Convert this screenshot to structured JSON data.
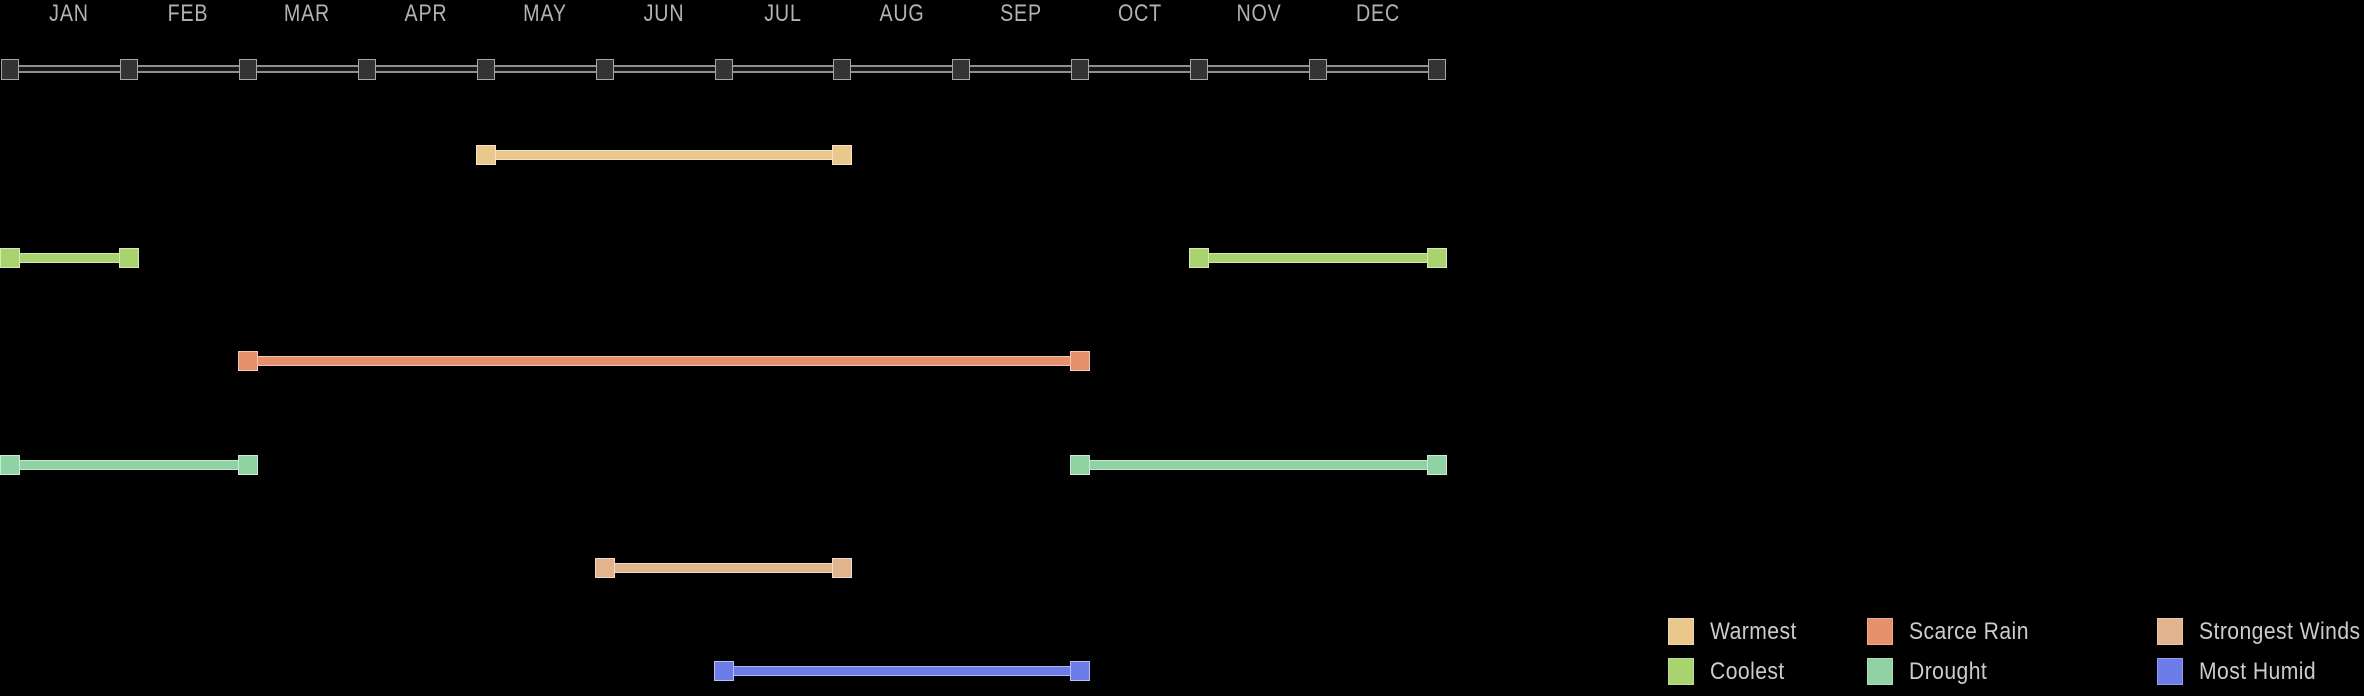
{
  "background_color": "#000000",
  "axis": {
    "label_color": "#b3b3b3",
    "line_color": "#8f8f8f",
    "tick_fill": "#343434",
    "tick_border": "#a6a6a6"
  },
  "chart_data": {
    "type": "timeline",
    "title": "",
    "categories": [
      "JAN",
      "FEB",
      "MAR",
      "APR",
      "MAY",
      "JUN",
      "JUL",
      "AUG",
      "SEP",
      "OCT",
      "NOV",
      "DEC"
    ],
    "grid": false,
    "legend_position": "bottom-right",
    "series": [
      {
        "name": "Warmest",
        "color": "#eac88c",
        "segments": [
          {
            "start": "MAY",
            "end": "JUL"
          }
        ]
      },
      {
        "name": "Coolest",
        "color": "#a8d36f",
        "segments": [
          {
            "start": "JAN",
            "end": "JAN"
          },
          {
            "start": "NOV",
            "end": "DEC"
          }
        ]
      },
      {
        "name": "Scarce Rain",
        "color": "#e6916b",
        "segments": [
          {
            "start": "MAR",
            "end": "SEP"
          }
        ]
      },
      {
        "name": "Drought",
        "color": "#90d2a4",
        "segments": [
          {
            "start": "JAN",
            "end": "FEB"
          },
          {
            "start": "OCT",
            "end": "DEC"
          }
        ]
      },
      {
        "name": "Strongest Winds",
        "color": "#e2b48e",
        "segments": [
          {
            "start": "JUN",
            "end": "JUL"
          }
        ]
      },
      {
        "name": "Most Humid",
        "color": "#6c7ce9",
        "segments": [
          {
            "start": "JUL",
            "end": "SEP"
          }
        ]
      }
    ]
  },
  "legend": {
    "columns": [
      {
        "items": [
          {
            "label": "Warmest",
            "color": "#eac88c"
          },
          {
            "label": "Coolest",
            "color": "#a8d36f"
          }
        ]
      },
      {
        "items": [
          {
            "label": "Scarce Rain",
            "color": "#e6916b"
          },
          {
            "label": "Drought",
            "color": "#90d2a4"
          }
        ]
      },
      {
        "items": [
          {
            "label": "Strongest Winds",
            "color": "#e2b48e"
          },
          {
            "label": "Most Humid",
            "color": "#6c7ce9"
          }
        ]
      }
    ]
  }
}
